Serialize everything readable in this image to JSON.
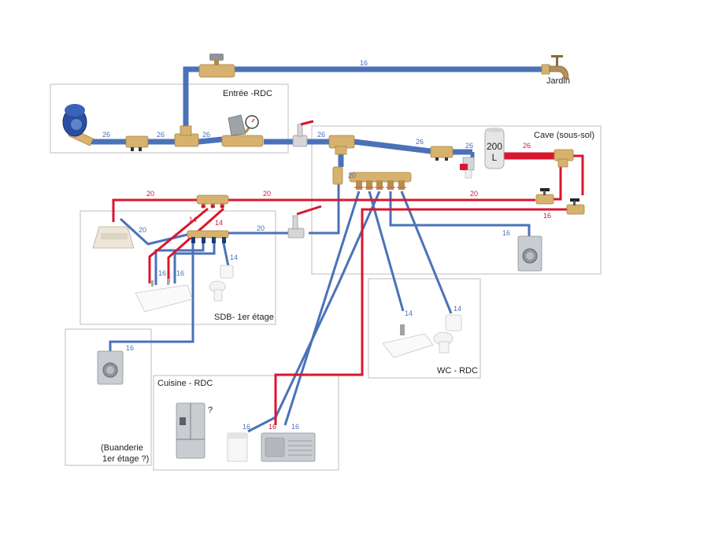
{
  "diagram": {
    "title": "Plan de plomberie",
    "colors": {
      "cold": "#4a72b8",
      "hot": "#d8172f",
      "brass": "#d7b26e",
      "zone_border": "#bdbdbd"
    },
    "zones": {
      "entree": {
        "label": "Entrée -RDC"
      },
      "cave": {
        "label": "Cave (sous-sol)"
      },
      "sdb": {
        "label": "SDB- 1er étage"
      },
      "buanderie": {
        "label_line1": "(Buanderie",
        "label_line2": "1er étage ?)"
      },
      "cuisine": {
        "label": "Cuisine - RDC",
        "fridge_note": "?"
      },
      "wc": {
        "label": "WC - RDC"
      }
    },
    "outdoor": {
      "jardin_label": "Jardin"
    },
    "water_heater": {
      "capacity_line1": "200",
      "capacity_line2": "L"
    },
    "pipe_labels": {
      "jardin_line": "16",
      "meter_out": "26",
      "after_filter": "26",
      "after_tee": "26",
      "cave_in": "26",
      "cave_to_heater": "26",
      "heater_in": "26",
      "heater_out_hot": "26",
      "cold_manifold_feed": "20",
      "hot_main_left": "20",
      "hot_main_right": "20",
      "hot_return": "20",
      "hot_kitchen": "16",
      "cave_washer": "16",
      "sdb_shower_cold": "20",
      "sdb_cold_feed": "20",
      "sdb_hot_1": "14",
      "sdb_hot_2": "14",
      "sdb_basin_cold_1": "16",
      "sdb_basin_cold_2": "16",
      "sdb_toilet": "14",
      "buanderie_washer": "16",
      "wc_basin": "14",
      "wc_toilet": "14",
      "kitchen_dishwasher": "16",
      "kitchen_sink_hot": "16",
      "kitchen_sink_cold": "16"
    },
    "components": [
      {
        "id": "water-meter",
        "name": "Compteur d'eau"
      },
      {
        "id": "check-valve",
        "name": "Clapet"
      },
      {
        "id": "tee-entree",
        "name": "Té"
      },
      {
        "id": "pressure-reducer",
        "name": "Réducteur de pression"
      },
      {
        "id": "stop-valve",
        "name": "Vanne d'arrêt"
      },
      {
        "id": "garden-valve",
        "name": "Robinet extérieur"
      },
      {
        "id": "garden-tap",
        "name": "Robinet jardin"
      },
      {
        "id": "water-heater",
        "name": "Chauffe-eau 200 L"
      },
      {
        "id": "cold-manifold-cave",
        "name": "Nourrice eau froide"
      },
      {
        "id": "hot-manifold",
        "name": "Nourrice eau chaude"
      },
      {
        "id": "sdb-manifold",
        "name": "Nourrice SDB"
      }
    ]
  }
}
